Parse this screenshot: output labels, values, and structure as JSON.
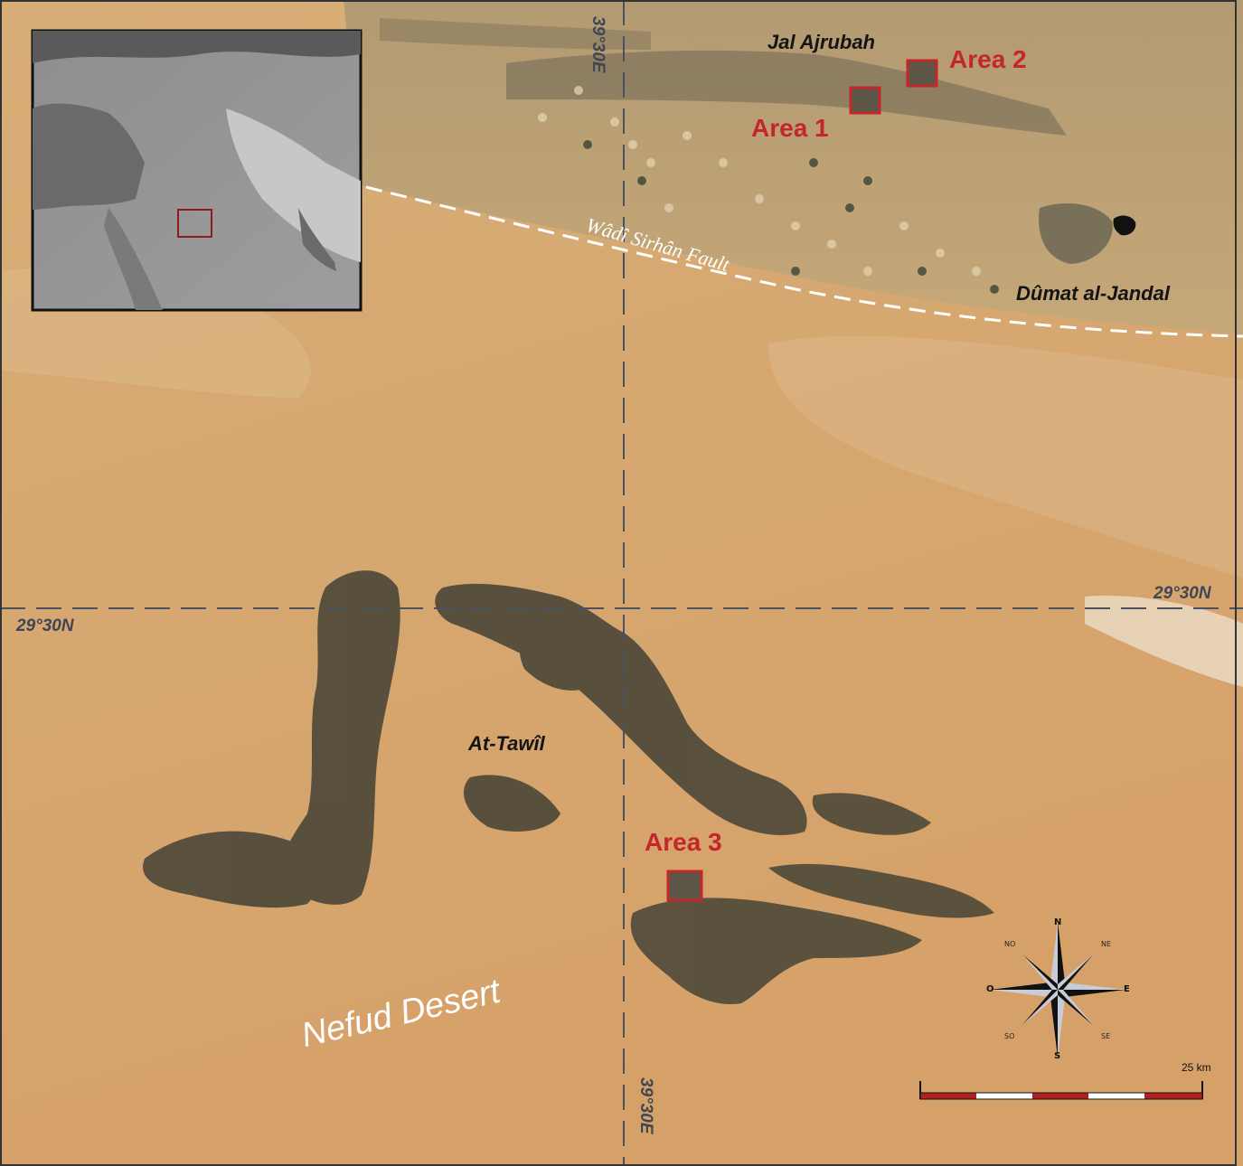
{
  "map": {
    "places": {
      "jal_ajrubah": "Jal Ajrubah",
      "dumat_al_jandal": "Dûmat al-Jandal",
      "at_tawil": "At-Tawîl",
      "nefud_desert": "Nefud Desert"
    },
    "fault_label": "Wâdî Sirhân Fault",
    "areas": [
      {
        "label": "Area 1"
      },
      {
        "label": "Area 2"
      },
      {
        "label": "Area 3"
      }
    ],
    "coordinates": {
      "meridian_top": "39°30E",
      "meridian_bottom": "39°30E",
      "parallel_left": "29°30N",
      "parallel_right": "29°30N"
    },
    "compass": {
      "n": "N",
      "s": "S",
      "e": "E",
      "o": "O",
      "ne": "NE",
      "no": "NO",
      "se": "SE",
      "so": "SO"
    },
    "scale_bar": {
      "label": "25 km",
      "segments": 5
    },
    "colors": {
      "area_box": "#c4262a",
      "grid_line": "#4a5262",
      "sand": "#d4a46c",
      "rock": "#4a4638",
      "fault_line": "#ffffff"
    }
  }
}
